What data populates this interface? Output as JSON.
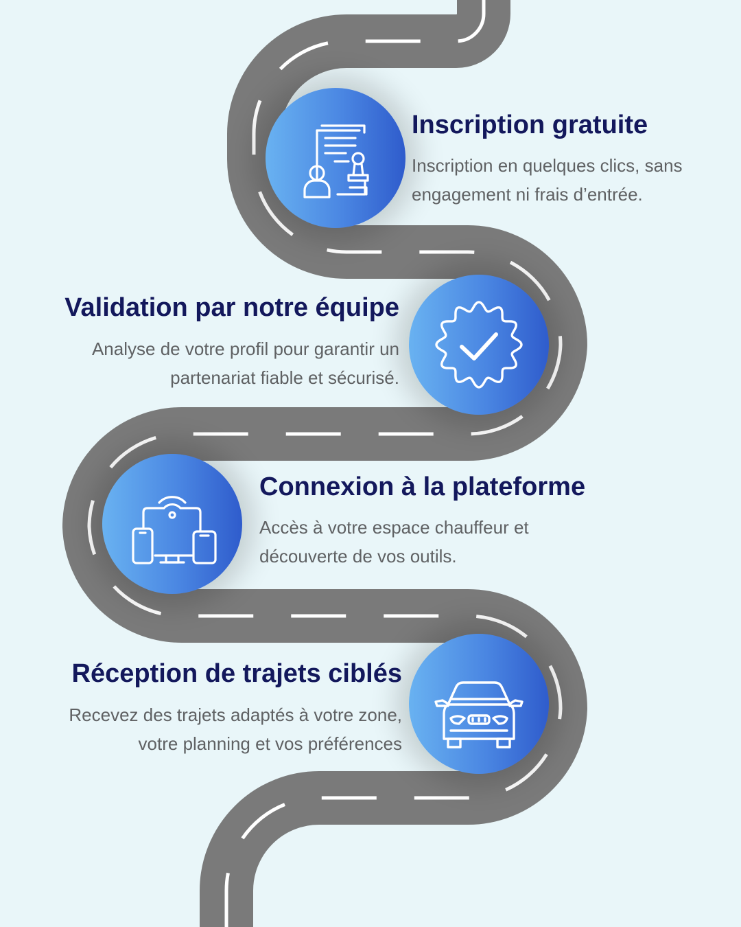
{
  "colors": {
    "background": "#e9f6f9",
    "road": "#7a7a7a",
    "lane_marking": "#ffffff",
    "title": "#13185c",
    "description": "#5f6163",
    "circle_light": "#69b2f1",
    "circle_dark": "#2f5ccc"
  },
  "steps": [
    {
      "icon": "document-stamp-user-icon",
      "title": "Inscription gratuite",
      "description_lines": [
        "Inscription en quelques clics, sans",
        "engagement ni frais d’entrée."
      ]
    },
    {
      "icon": "verified-badge-check-icon",
      "title": "Validation par notre équipe",
      "description_lines": [
        "Analyse de votre profil pour  garantir un",
        "partenariat fiable et sécurisé."
      ]
    },
    {
      "icon": "connected-devices-wifi-icon",
      "title": "Connexion à la plateforme",
      "description_lines": [
        "Accès à votre espace chauffeur et",
        "découverte de vos outils."
      ]
    },
    {
      "icon": "car-front-icon",
      "title": "Réception de trajets ciblés",
      "description_lines": [
        "Recevez des trajets adaptés à votre zone,",
        "votre planning et vos préférences"
      ]
    }
  ]
}
